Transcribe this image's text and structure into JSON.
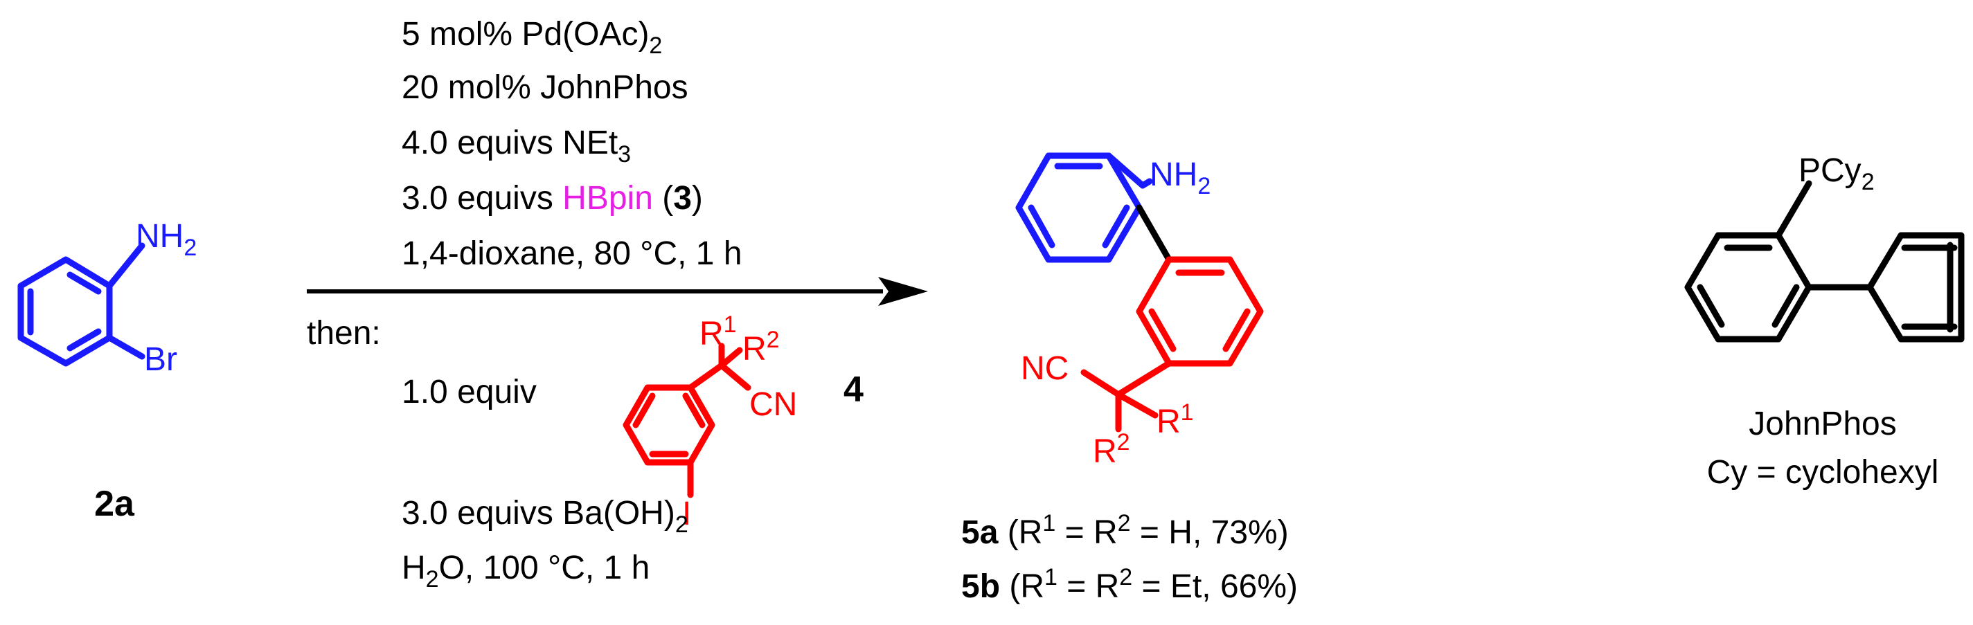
{
  "start_material": {
    "label": "2a",
    "nh2": "NH",
    "nh2_sub": "2",
    "br": "Br"
  },
  "conditions": {
    "line1_pre": "5 mol% Pd(OAc)",
    "line1_sub": "2",
    "line2": "20 mol% JohnPhos",
    "line3_pre": "4.0 equivs NEt",
    "line3_sub": "3",
    "line4_pre": "3.0 equivs ",
    "line4_hbpin": "HBpin",
    "line4_open": " (",
    "line4_num": "3",
    "line4_close": ")",
    "line5": "1,4-dioxane, 80 °C, 1 h",
    "then": "then:",
    "line6": "1.0 equiv",
    "reagent4_label": "4",
    "reagent4_r1": "R",
    "reagent4_r1_sup": "1",
    "reagent4_r2": "R",
    "reagent4_r2_sup": "2",
    "reagent4_cn": "CN",
    "reagent4_i": "I",
    "line7_pre": "3.0 equivs Ba(OH)",
    "line7_sub": "2",
    "line8_h": "H",
    "line8_sub": "2",
    "line8_rest": "O, 100 °C, 1 h"
  },
  "product": {
    "nh2": "NH",
    "nh2_sub": "2",
    "nc": "NC",
    "r1": "R",
    "r1_sup": "1",
    "r2": "R",
    "r2_sup": "2",
    "label_a": "5a",
    "cond_a_1": " (R",
    "cond_a_sup1": "1",
    "cond_a_2": " = R",
    "cond_a_sup2": "2",
    "cond_a_3": " = H, 73%)",
    "label_b": "5b",
    "cond_b_1": " (R",
    "cond_b_sup1": "1",
    "cond_b_2": " = R",
    "cond_b_sup2": "2",
    "cond_b_3": " = Et, 66%)"
  },
  "ligand": {
    "pcy": "PCy",
    "pcy_sub": "2",
    "name": "JohnPhos",
    "cy_def": "Cy = cyclohexyl"
  },
  "colors": {
    "start_material": "#1a1aff",
    "reagent": "#ff0000",
    "hbpin": "#e61ee6",
    "ligand": "#000000"
  }
}
